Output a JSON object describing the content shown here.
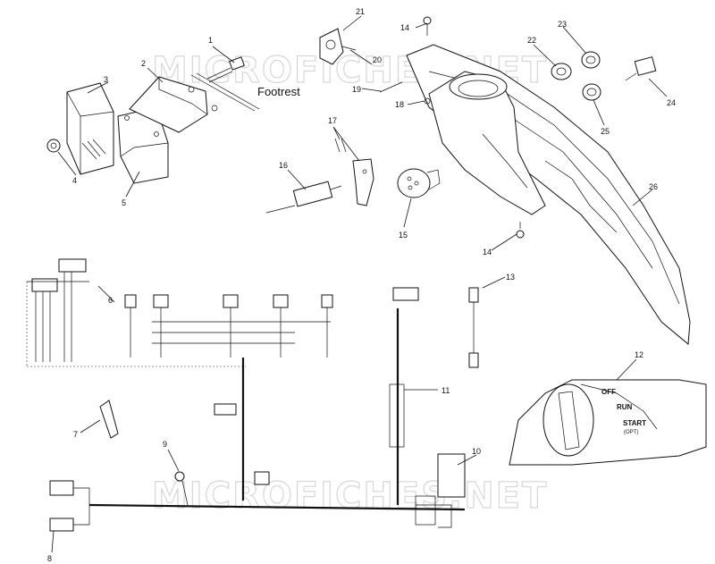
{
  "watermark": "MICROFICHES.NET",
  "footrest_label": "Footrest",
  "callouts": [
    "1",
    "2",
    "3",
    "4",
    "5",
    "6",
    "7",
    "8",
    "9",
    "10",
    "11",
    "12",
    "13",
    "14",
    "14",
    "15",
    "16",
    "17",
    "18",
    "19",
    "20",
    "21",
    "22",
    "23",
    "24",
    "25",
    "26"
  ],
  "ignition": {
    "off": "OFF",
    "run": "RUN",
    "start": "START",
    "opt": "(OPT)"
  }
}
